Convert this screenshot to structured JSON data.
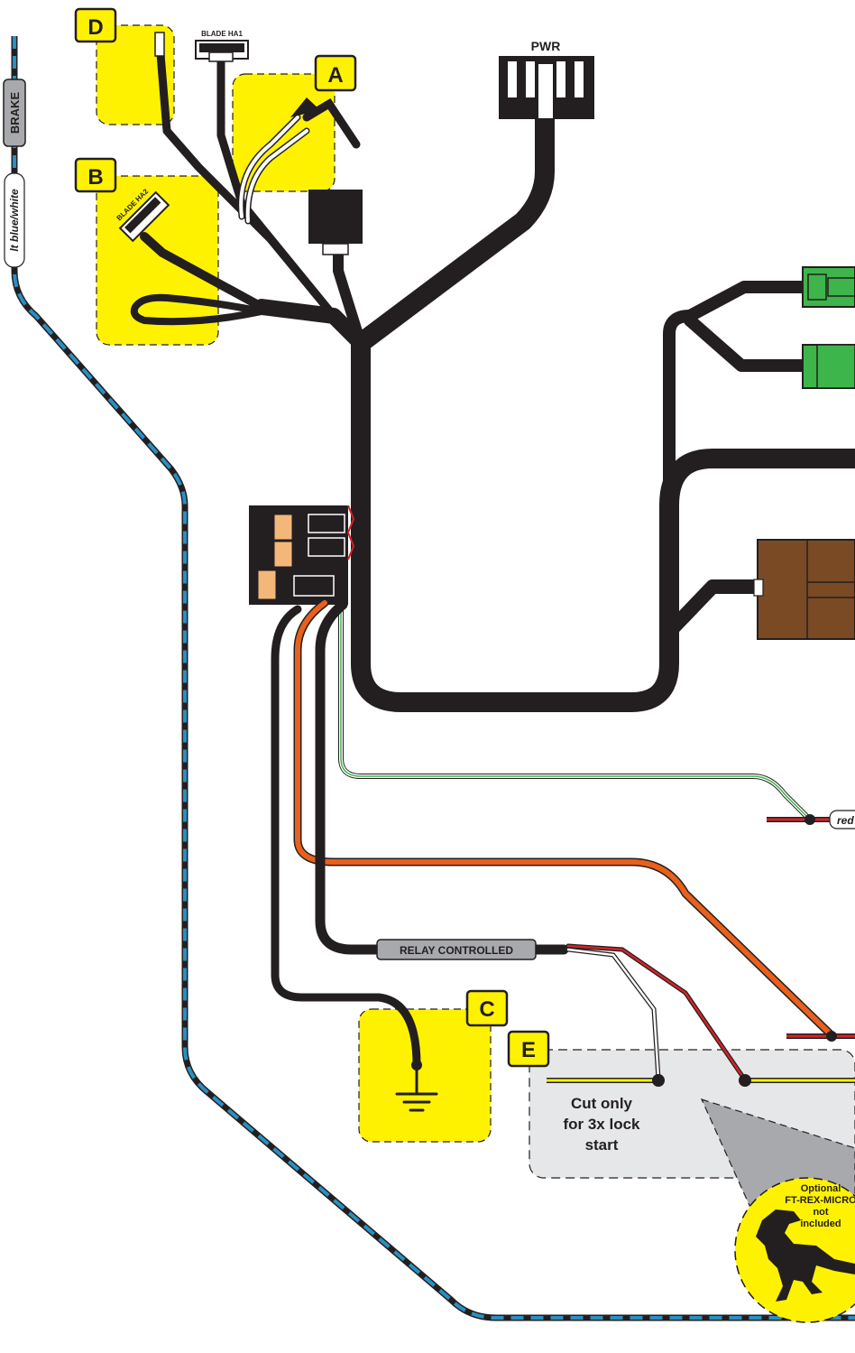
{
  "callouts": {
    "a": "A",
    "b": "B",
    "c": "C",
    "d": "D",
    "e": "E"
  },
  "connectors": {
    "blade_ha1": "BLADE HA1",
    "blade_ha2": "BLADE HA2",
    "pwr": "PWR"
  },
  "wire_labels": {
    "brake": "BRAKE",
    "lt_blue_white": "lt blue/white",
    "relay_controlled": "RELAY CONTROLLED",
    "red_partial": "red"
  },
  "notes": {
    "cut_line1": "Cut only",
    "cut_line2": "for 3x lock",
    "cut_line3": "start"
  },
  "optional_bubble": {
    "line1": "Optional",
    "line2": "FT-REX-MICRO",
    "line3": "not",
    "line4": "included"
  },
  "colors": {
    "harness": "#231f20",
    "highlight": "#fff200",
    "orange_wire": "#e8601c",
    "green_connector": "#3db54a",
    "brown_connector": "#7a4a24",
    "blue_dashed_wire": "#2a8fc1",
    "note_box": "#e6e7e8",
    "red_wire": "#d2232a"
  },
  "icons": [
    "ground-icon",
    "trex-icon"
  ]
}
